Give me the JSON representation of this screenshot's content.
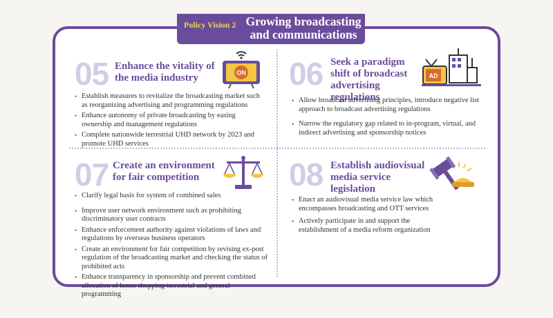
{
  "header": {
    "tag": "Policy Vision 2",
    "title": "Growing broadcasting and communications"
  },
  "sections": [
    {
      "number": "05",
      "title": "Enhance the vitality of the media industry",
      "icon": "tv-on-icon",
      "icon_label": "ON",
      "items": [
        "Establish measures to revitalize the broadcasting market such as reorganizing advertising and programming regulations",
        "Enhance autonomy of private broadcasting by easing ownership and management regulations",
        "Complete nationwide terrestrial UHD network by 2023 and promote UHD services"
      ]
    },
    {
      "number": "06",
      "title": "Seek a paradigm shift of broadcast advertising regulations",
      "icon": "ad-tv-building-icon",
      "icon_label": "AD",
      "items": [
        "Allow broadcast advertising principles, introduce negative list approach to broadcast advertising regulations",
        "Narrow the regulatory gap related to in-program, virtual, and indirect advertising and sponsorship notices"
      ]
    },
    {
      "number": "07",
      "title": "Create an environment for fair competition",
      "icon": "scales-icon",
      "items": [
        "Clarify legal basis for system of combined sales",
        "Improve user network environment such as prohibiting discriminatory user contracts",
        "Enhance enforcement authority against violations of laws and regulations by overseas business operators",
        "Create an environment for fair competition by revising ex-post regulation of the broadcasting market and checking the status of prohibited acts",
        "Enhance transparency in sponsorship and prevent combined allocation of home shopping-terrestrial and general programming"
      ]
    },
    {
      "number": "08",
      "title": "Establish audiovisual media service legislation",
      "icon": "gavel-icon",
      "items": [
        "Enact an audiovisual media service law which encompasses broadcasting and OTT services",
        "Actively participate in and support the establishment of a media reform organization"
      ]
    }
  ],
  "colors": {
    "brand_purple": "#6a4c9c",
    "number_lavender": "#d3cce6",
    "header_accent": "#f2d34a"
  }
}
